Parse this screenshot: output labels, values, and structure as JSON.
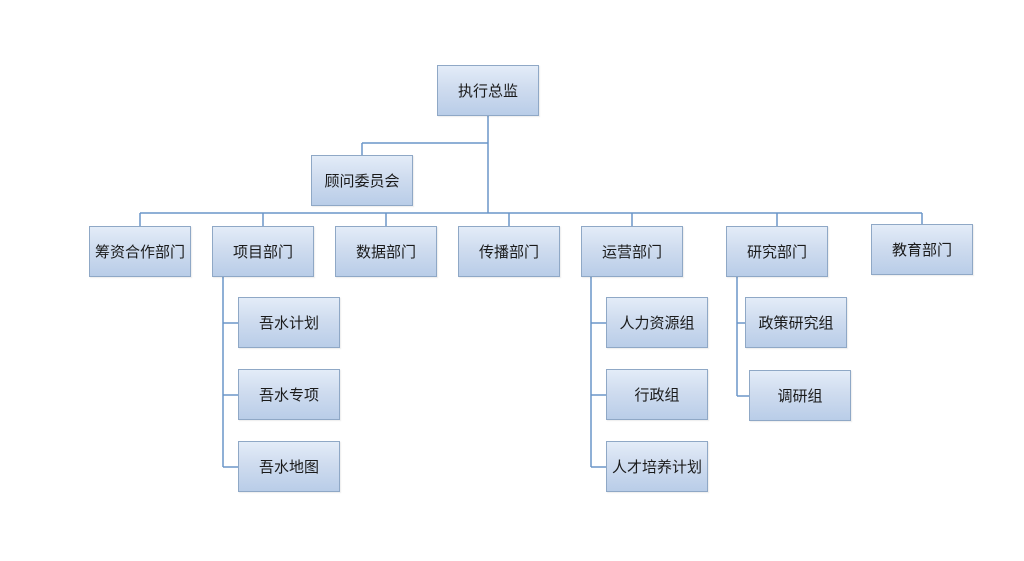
{
  "org": {
    "root": "执行总监",
    "advisory": "顾问委员会",
    "departments": {
      "fundraising": "筹资合作部门",
      "project": "项目部门",
      "data": "数据部门",
      "communication": "传播部门",
      "operations": "运营部门",
      "research": "研究部门",
      "education": "教育部门"
    },
    "project_children": [
      "吾水计划",
      "吾水专项",
      "吾水地图"
    ],
    "operations_children": [
      "人力资源组",
      "行政组",
      "人才培养计划"
    ],
    "research_children": [
      "政策研究组",
      "调研组"
    ]
  }
}
